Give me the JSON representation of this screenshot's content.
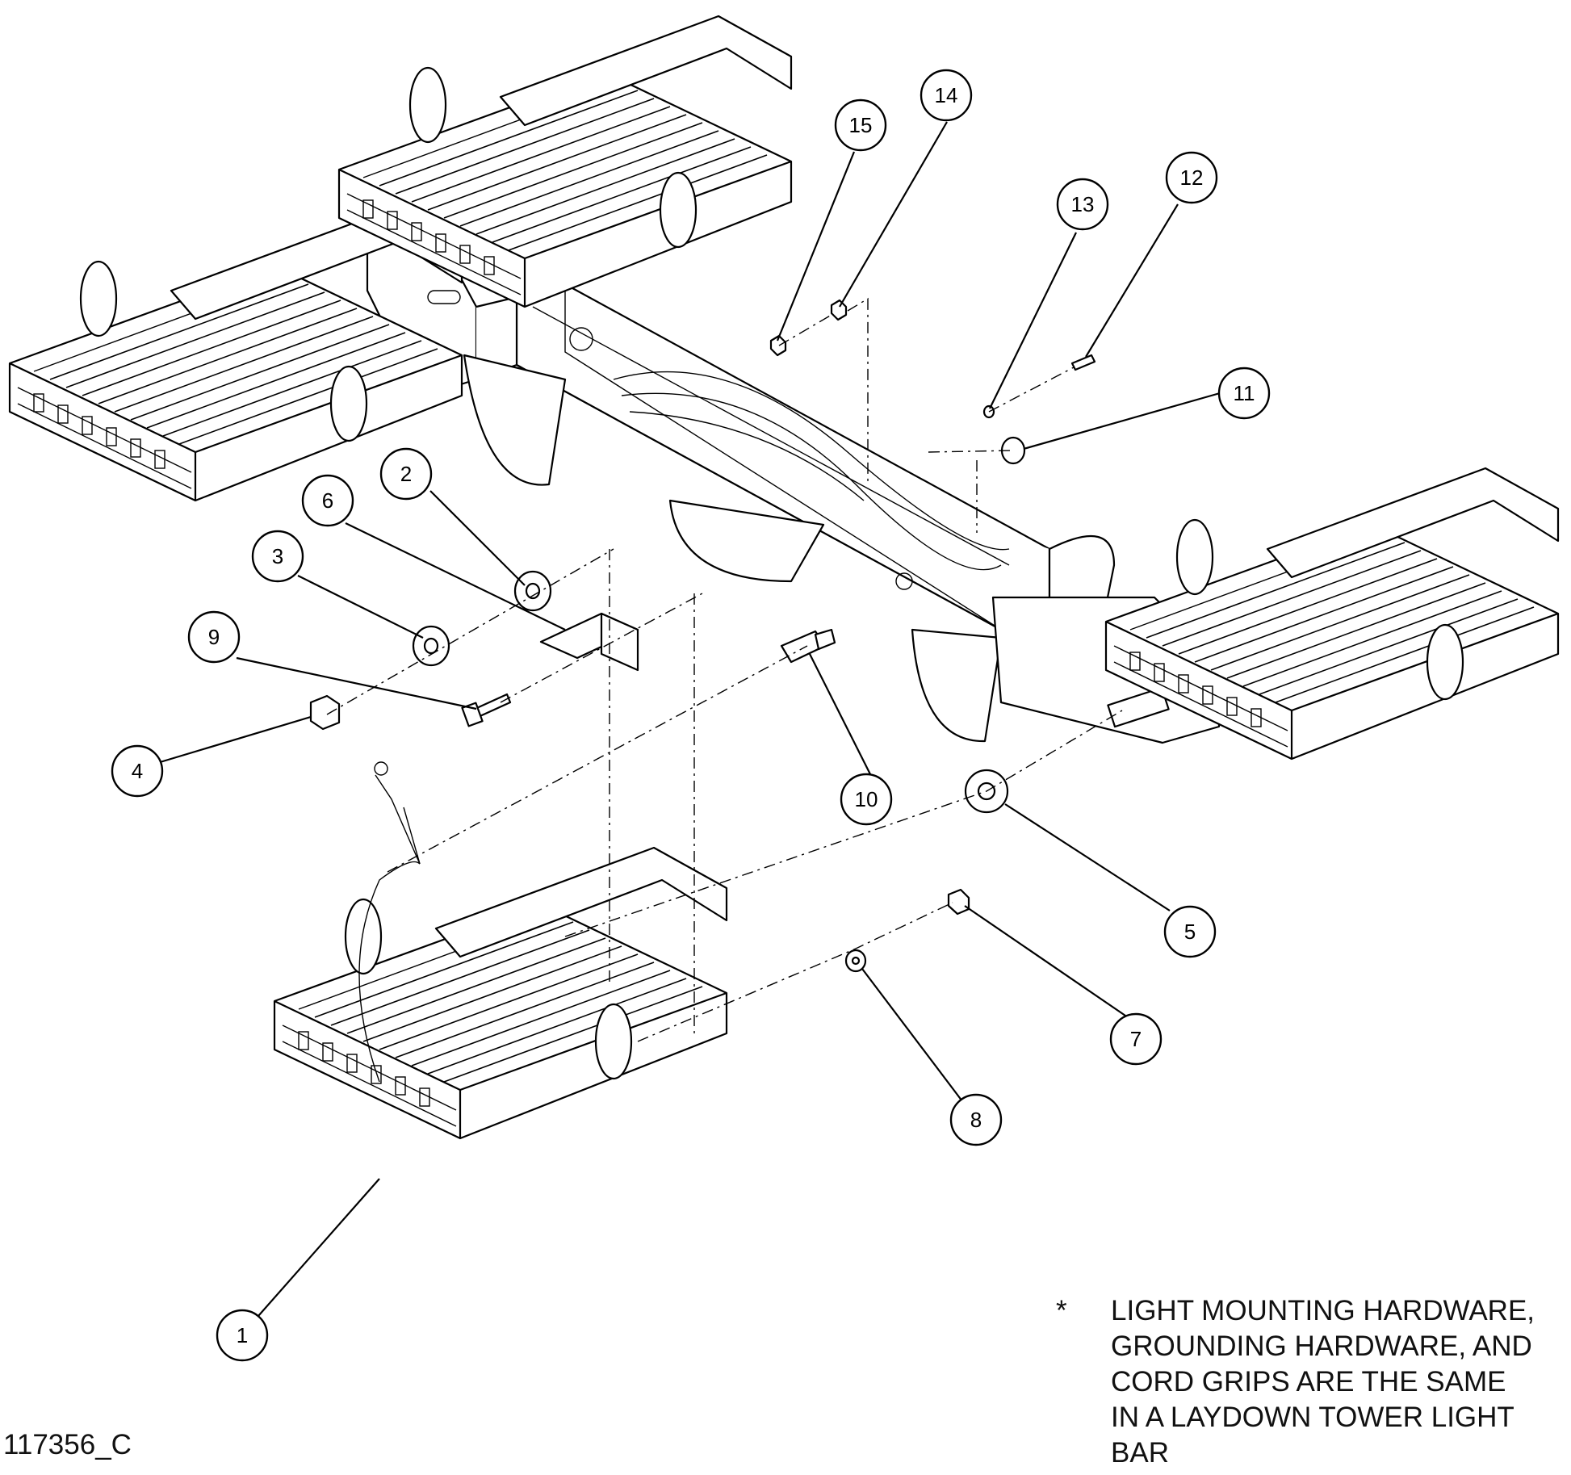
{
  "callouts": [
    {
      "id": "1",
      "label": "1"
    },
    {
      "id": "2",
      "label": "2"
    },
    {
      "id": "3",
      "label": "3"
    },
    {
      "id": "4",
      "label": "4"
    },
    {
      "id": "5",
      "label": "5"
    },
    {
      "id": "6",
      "label": "6"
    },
    {
      "id": "7",
      "label": "7"
    },
    {
      "id": "8",
      "label": "8"
    },
    {
      "id": "9",
      "label": "9"
    },
    {
      "id": "10",
      "label": "10"
    },
    {
      "id": "11",
      "label": "11"
    },
    {
      "id": "12",
      "label": "12"
    },
    {
      "id": "13",
      "label": "13"
    },
    {
      "id": "14",
      "label": "14"
    },
    {
      "id": "15",
      "label": "15"
    }
  ],
  "note": {
    "marker": "*",
    "lines": [
      "LIGHT MOUNTING HARDWARE,",
      "GROUNDING HARDWARE, AND",
      "CORD GRIPS ARE THE SAME",
      "IN A LAYDOWN TOWER LIGHT",
      "BAR"
    ]
  },
  "drawing_number": "117356_C"
}
